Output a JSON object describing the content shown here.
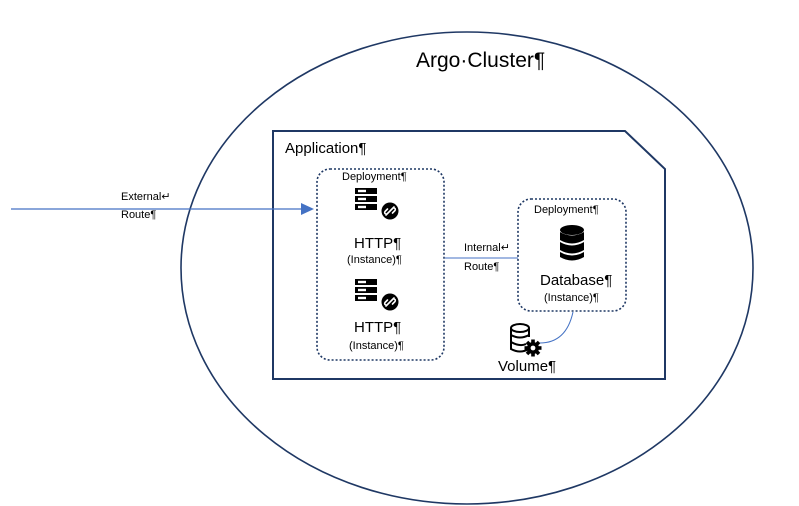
{
  "cluster": {
    "title": "Argo·Cluster¶"
  },
  "application": {
    "title": "Application¶"
  },
  "http_deployment": {
    "label": "Deployment¶",
    "instances": [
      {
        "name": "HTTP¶",
        "sub": "(Instance)¶"
      },
      {
        "name": "HTTP¶",
        "sub": "(Instance)¶"
      }
    ]
  },
  "db_deployment": {
    "label": "Deployment¶",
    "instance": {
      "name": "Database¶",
      "sub": "(Instance)¶"
    }
  },
  "volume": {
    "label": "Volume¶"
  },
  "external_route": {
    "line1": "External↵",
    "line2": "Route¶"
  },
  "internal_route": {
    "line1": "Internal↵",
    "line2": "Route¶"
  },
  "colors": {
    "border": "#1f3864",
    "arrow": "#4472c4",
    "icon": "#000000"
  }
}
